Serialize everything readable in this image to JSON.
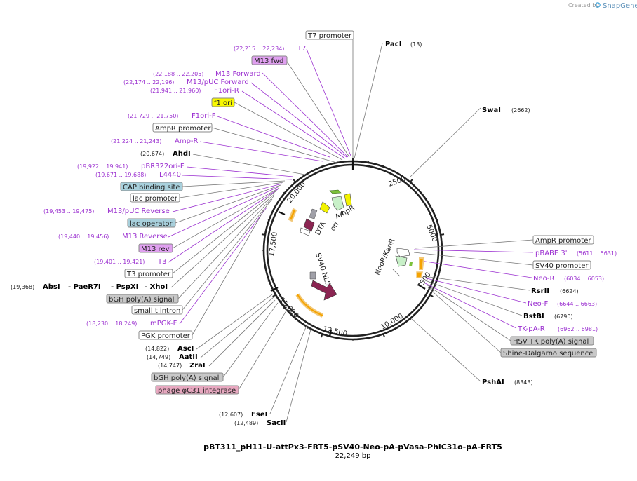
{
  "branding": {
    "created_by": "Created by",
    "product": "SnapGene"
  },
  "plasmid": {
    "name": "pBT311_pH11-U-attPx3-FRT5-pSV40-Neo-pA-pVasa-PhiC31o-pA-FRT5",
    "size": "22,249 bp"
  },
  "ring": {
    "ticks": [
      "2500",
      "5000",
      "7500",
      "10,000",
      "12,500",
      "15,000",
      "17,500",
      "20,000"
    ]
  },
  "features": [
    "AmpR",
    "ori",
    "DTA",
    "NeoR/KanR",
    "SV40 NLS"
  ],
  "colors": {
    "primer": "#9b30d0",
    "enzyme": "#000000",
    "coord": "#333333"
  },
  "labels": {
    "t7_promoter": {
      "name": "T7 promoter"
    },
    "paci": {
      "name": "PacI",
      "coord": "(13)"
    },
    "t7": {
      "name": "T7",
      "coord": "(22,215 .. 22,234)"
    },
    "m13_fwd": {
      "name": "M13 fwd"
    },
    "m13_forward": {
      "name": "M13 Forward",
      "coord": "(22,188 .. 22,205)"
    },
    "m13_puc_forward": {
      "name": "M13/pUC Forward",
      "coord": "(22,174 .. 22,196)"
    },
    "f1ori_r": {
      "name": "F1ori-R",
      "coord": "(21,941 .. 21,960)"
    },
    "f1_ori": {
      "name": "f1 ori"
    },
    "f1ori_f": {
      "name": "F1ori-F",
      "coord": "(21,729 .. 21,750)"
    },
    "ampr_promoter_l": {
      "name": "AmpR promoter"
    },
    "amp_r": {
      "name": "Amp-R",
      "coord": "(21,224 .. 21,243)"
    },
    "ahdi": {
      "name": "AhdI",
      "coord": "(20,674)"
    },
    "pbr322ori_f": {
      "name": "pBR322ori-F",
      "coord": "(19,922 .. 19,941)"
    },
    "l4440": {
      "name": "L4440",
      "coord": "(19,671 .. 19,688)"
    },
    "cap": {
      "name": "CAP binding site"
    },
    "lac_promoter": {
      "name": "lac promoter"
    },
    "m13_puc_reverse": {
      "name": "M13/pUC Reverse",
      "coord": "(19,453 .. 19,475)"
    },
    "lac_operator": {
      "name": "lac operator"
    },
    "m13_reverse": {
      "name": "M13 Reverse",
      "coord": "(19,440 .. 19,456)"
    },
    "m13_rev": {
      "name": "M13 rev"
    },
    "t3": {
      "name": "T3",
      "coord": "(19,401 .. 19,421)"
    },
    "t3_promoter": {
      "name": "T3 promoter"
    },
    "multi": {
      "coord": "(19,368)",
      "a": "AbsI",
      "b": "- PaeR7I",
      "c": "- PspXI",
      "d": "- XhoI"
    },
    "bgh1": {
      "name": "bGH poly(A) signal"
    },
    "small_t": {
      "name": "small t intron"
    },
    "mpgk_f": {
      "name": "mPGK-F",
      "coord": "(18,230 .. 18,249)"
    },
    "pgk_promoter": {
      "name": "PGK promoter"
    },
    "asci": {
      "name": "AscI",
      "coord": "(14,822)"
    },
    "aatii": {
      "name": "AatII",
      "coord": "(14,749)"
    },
    "zrai": {
      "name": "ZraI",
      "coord": "(14,747)"
    },
    "bgh2": {
      "name": "bGH poly(A) signal"
    },
    "phic31": {
      "name": "phage φC31 integrase"
    },
    "fsei": {
      "name": "FseI",
      "coord": "(12,607)"
    },
    "sacii": {
      "name": "SacII",
      "coord": "(12,489)"
    },
    "swai": {
      "name": "SwaI",
      "coord": "(2662)"
    },
    "ampr_promoter_r": {
      "name": "AmpR promoter"
    },
    "pbabe3": {
      "name": "pBABE 3'",
      "coord": "(5611 .. 5631)"
    },
    "sv40_promoter": {
      "name": "SV40 promoter"
    },
    "neo_r": {
      "name": "Neo-R",
      "coord": "(6034 .. 6053)"
    },
    "rsrii": {
      "name": "RsrII",
      "coord": "(6624)"
    },
    "neo_f": {
      "name": "Neo-F",
      "coord": "(6644 .. 6663)"
    },
    "bstbi": {
      "name": "BstBI",
      "coord": "(6790)"
    },
    "tk_pa_r": {
      "name": "TK-pA-R",
      "coord": "(6962 .. 6981)"
    },
    "hsv_tk": {
      "name": "HSV TK poly(A) signal"
    },
    "shine": {
      "name": "Shine-Dalgarno sequence"
    },
    "pshai": {
      "name": "PshAI",
      "coord": "(8343)"
    }
  }
}
